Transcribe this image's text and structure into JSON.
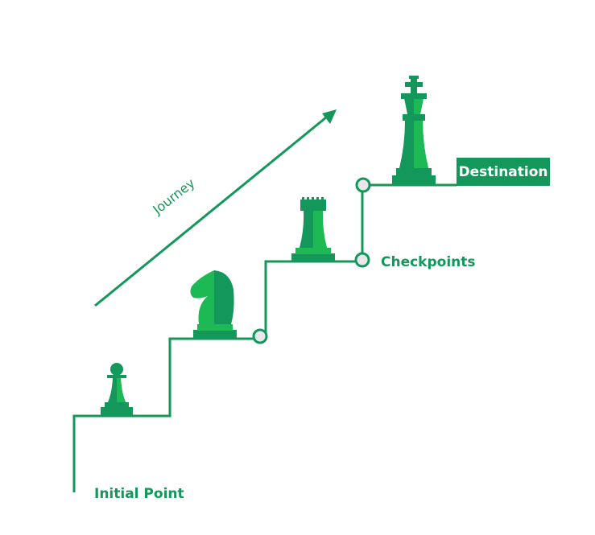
{
  "diagram": {
    "title": "Chess journey staircase",
    "colors": {
      "line": "#14975a",
      "piece_dark": "#14975a",
      "piece_light": "#1db954",
      "checkpoint_fill": "#e8e8ec",
      "badge_bg": "#14975a",
      "badge_text": "#ffffff"
    },
    "labels": {
      "initial_point": "Initial Point",
      "checkpoints": "Checkpoints",
      "journey": "Journey",
      "destination": "Destination"
    },
    "pieces": [
      {
        "name": "pawn-icon",
        "step": 1
      },
      {
        "name": "knight-icon",
        "step": 2
      },
      {
        "name": "rook-icon",
        "step": 3
      },
      {
        "name": "king-icon",
        "step": 4
      }
    ],
    "checkpoints_count": 3
  }
}
